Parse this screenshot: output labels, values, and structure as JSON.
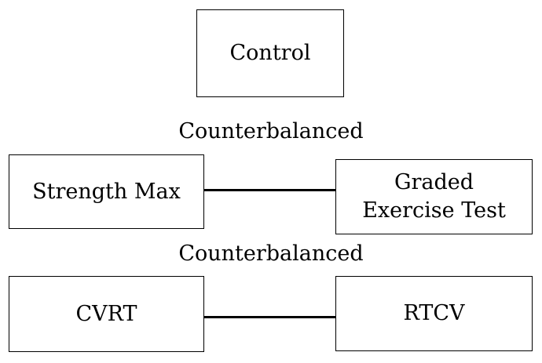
{
  "diagram": {
    "control": "Control",
    "group1": {
      "label": "Counterbalanced",
      "left": "Strength Max",
      "right_line1": "Graded",
      "right_line2": "Exercise Test"
    },
    "group2": {
      "label": "Counterbalanced",
      "left": "CVRT",
      "right": "RTCV"
    }
  },
  "colors": {
    "stroke": "#000000",
    "background": "#ffffff"
  }
}
